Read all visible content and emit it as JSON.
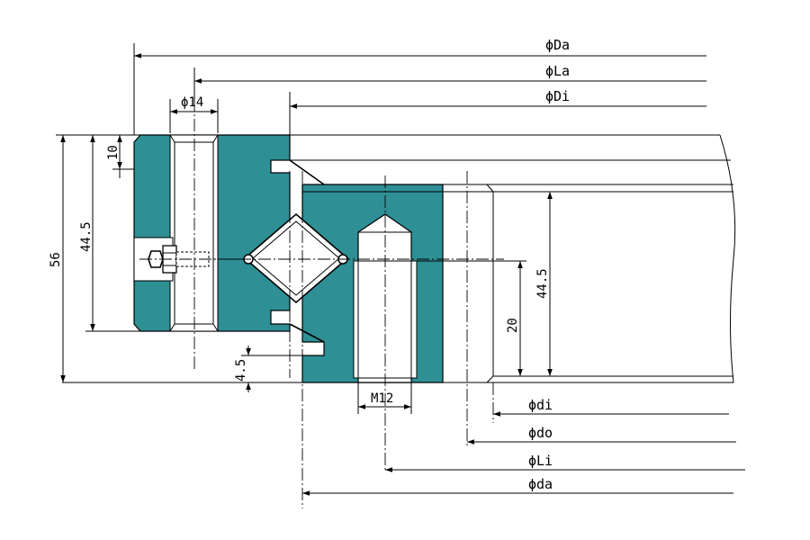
{
  "colors": {
    "section_fill": "#2e8f95",
    "line": "#000000",
    "background": "#ffffff"
  },
  "labels": {
    "phi_Da": "ϕDa",
    "phi_La": "ϕLa",
    "phi_Di": "ϕDi",
    "phi_di": "ϕdi",
    "phi_do": "ϕdo",
    "phi_Li": "ϕLi",
    "phi_da": "ϕda"
  },
  "dimensions": {
    "hole_dia": "ϕ14",
    "thread": "M12",
    "height_total": "56",
    "height_outer": "44.5",
    "height_inner": "44.5",
    "top_step": "10",
    "bottom_step": "4.5",
    "thread_depth": "20"
  }
}
